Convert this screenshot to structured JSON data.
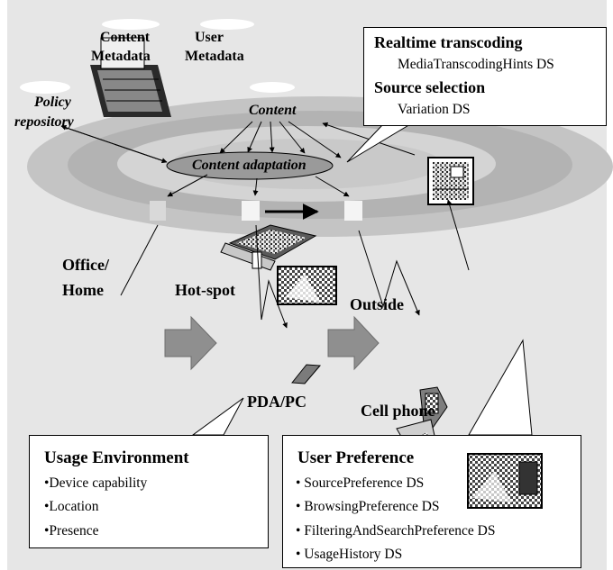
{
  "colors": {
    "background_panel": "#e6e6e6",
    "ellipse_outer": "#b8b8b8",
    "ellipse_inner": "#a6a6a6",
    "ellipse_core": "#cfcfcf",
    "arrow_fill": "#8f8f8f",
    "stroke": "#000000"
  },
  "top_labels": {
    "content_metadata": [
      "Content",
      "Metadata"
    ],
    "user_metadata": [
      "User",
      "Metadata"
    ],
    "policy_repository": [
      "Policy",
      "repository"
    ],
    "content": "Content",
    "content_adaptation": "Content adaptation"
  },
  "locations": {
    "office_home": [
      "Office/",
      "Home"
    ],
    "hot_spot": "Hot-spot",
    "outside": "Outside"
  },
  "devices": {
    "pda_pc": "PDA/PC",
    "cell_phone": "Cell phone"
  },
  "top_right_box": {
    "heading1": "Realtime transcoding",
    "item1": "MediaTranscodingHints DS",
    "heading2": "Source selection",
    "item2": "Variation DS"
  },
  "usage_environment": {
    "title": "Usage Environment",
    "items": [
      "•Device capability",
      "•Location",
      "•Presence"
    ]
  },
  "user_preference": {
    "title": "User Preference",
    "items": [
      "• SourcePreference  DS",
      "• BrowsingPreference  DS",
      "• FilteringAndSearchPreference  DS",
      "• UsageHistory  DS"
    ]
  },
  "icons": {
    "cloud": "cloud-icon",
    "server": "server-rack-icon",
    "circuit_board": "circuit-board-icon",
    "laptop": "laptop-icon",
    "photo": "photo-thumbnail-icon",
    "pda": "pda-device-icon",
    "phone": "cell-phone-icon",
    "image_collage": "image-collage-icon",
    "block_arrow": "block-arrow-icon"
  }
}
